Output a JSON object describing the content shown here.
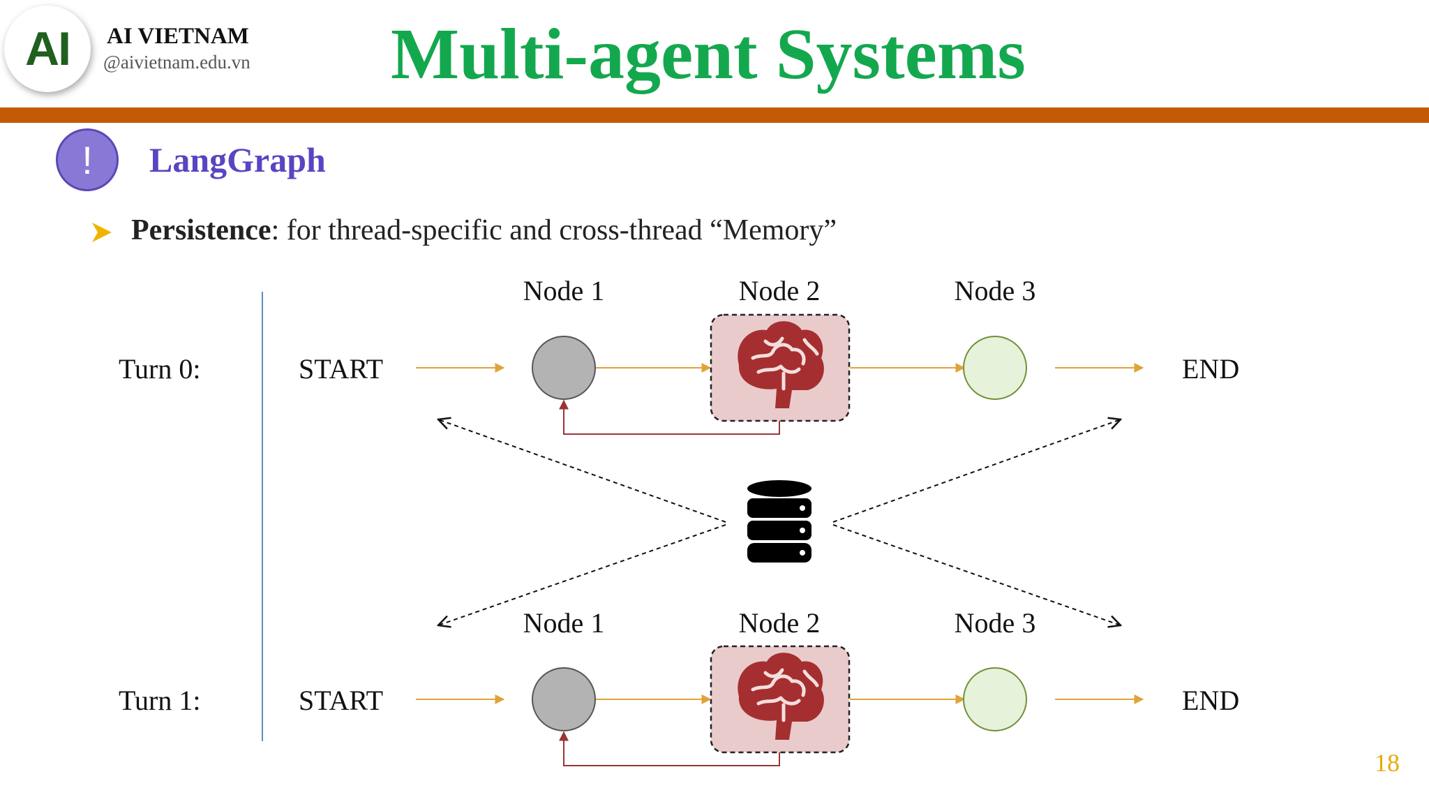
{
  "header": {
    "logo_text": "AI",
    "org_name": "AI VIETNAM",
    "org_handle": "@aivietnam.edu.vn",
    "title": "Multi-agent Systems",
    "accent_color": "#c35a05",
    "title_color": "#14a84e"
  },
  "section": {
    "badge_symbol": "!",
    "title": "LangGraph"
  },
  "bullet": {
    "bold": "Persistence",
    "text": ": for thread-specific and cross-thread “Memory”"
  },
  "diagram": {
    "turns": [
      {
        "label": "Turn 0:",
        "start": "START",
        "end": "END",
        "nodes": [
          "Node 1",
          "Node 2",
          "Node 3"
        ]
      },
      {
        "label": "Turn 1:",
        "start": "START",
        "end": "END",
        "nodes": [
          "Node 1",
          "Node 2",
          "Node 3"
        ]
      }
    ],
    "icons": {
      "node2": "brain-icon",
      "storage": "database-icon"
    },
    "colors": {
      "flow_arrow": "#e0a33a",
      "loop_arrow": "#9a3535",
      "node1_fill": "#b3b3b3",
      "node3_fill": "#e6f2d9",
      "node3_stroke": "#6f8f3a",
      "node2_box": "#eacbcb",
      "brain": "#a52f30"
    }
  },
  "page_number": "18"
}
